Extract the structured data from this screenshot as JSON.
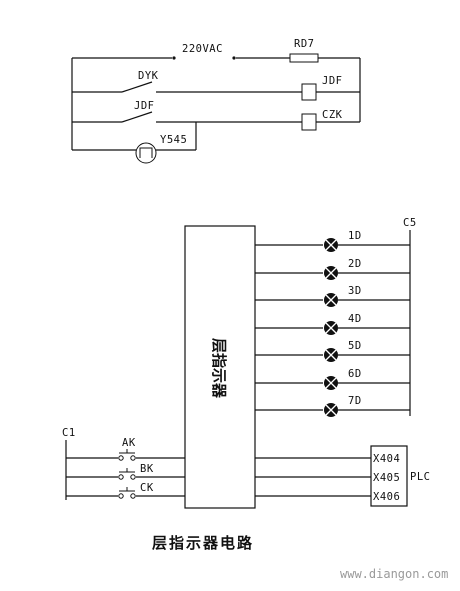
{
  "top_circuit": {
    "supply_label": "220VAC",
    "fuse_label": "RD7",
    "switch1_label": "DYK",
    "relay1_label": "JDF",
    "switch2_label": "JDF",
    "relay2_label": "CZK",
    "sensor_label": "Y545"
  },
  "bottom_circuit": {
    "bus_label": "C5",
    "input_bus_label": "C1",
    "box_label": "层指示器",
    "lamps": [
      "1D",
      "2D",
      "3D",
      "4D",
      "5D",
      "6D",
      "7D"
    ],
    "buttons": [
      "AK",
      "BK",
      "CK"
    ],
    "plc_inputs": [
      "X404",
      "X405",
      "X406"
    ],
    "plc_label": "PLC"
  },
  "caption": "层指示器电路",
  "watermark": "www.diangon.com"
}
